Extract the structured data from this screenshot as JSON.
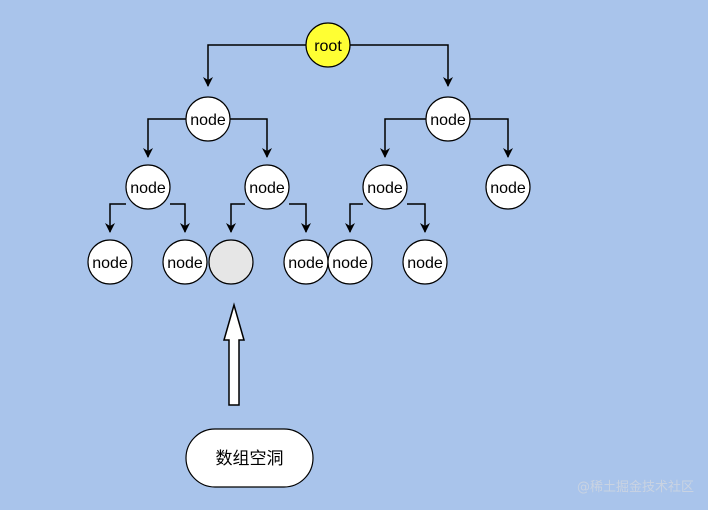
{
  "diagram": {
    "root_label": "root",
    "node_label": "node",
    "callout_label": "数组空洞",
    "watermark": "@稀土掘金技术社区",
    "colors": {
      "background": "#a9c4eb",
      "root_fill": "#ffff33",
      "node_fill": "#ffffff",
      "hole_fill": "#e6e6e6",
      "stroke": "#000000"
    }
  }
}
